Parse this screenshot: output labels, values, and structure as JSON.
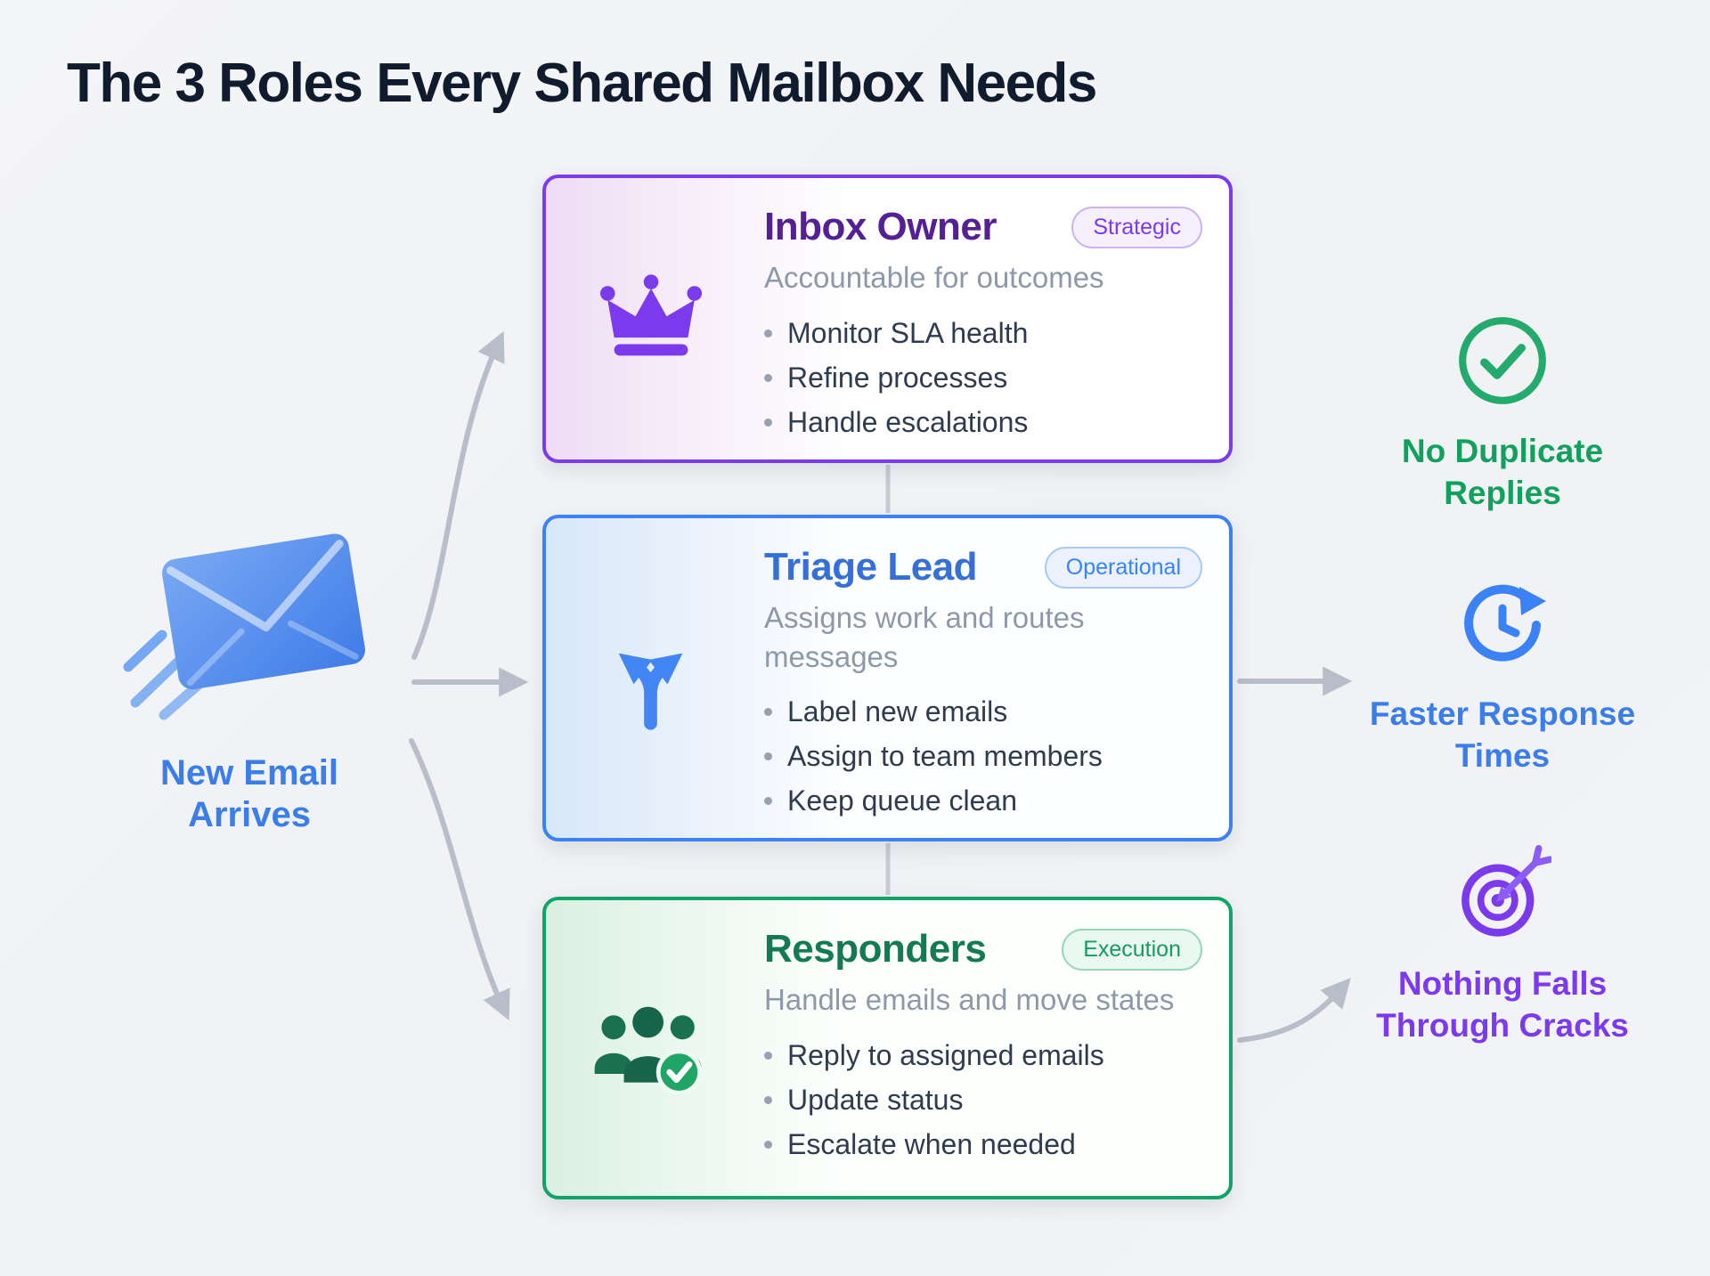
{
  "title": "The 3 Roles Every Shared Mailbox Needs",
  "source": {
    "label": "New Email Arrives",
    "icon": "envelope-icon",
    "color": "#3b7de9"
  },
  "roles": [
    {
      "name": "Inbox Owner",
      "badge": "Strategic",
      "subtitle": "Accountable for outcomes",
      "bullets": [
        "Monitor SLA health",
        "Refine processes",
        "Handle escalations"
      ],
      "icon": "crown-icon",
      "accent": "#7c3aed"
    },
    {
      "name": "Triage Lead",
      "badge": "Operational",
      "subtitle": "Assigns work and routes messages",
      "bullets": [
        "Label new emails",
        "Assign to team members",
        "Keep queue clean"
      ],
      "icon": "split-arrows-icon",
      "accent": "#3b82f6"
    },
    {
      "name": "Responders",
      "badge": "Execution",
      "subtitle": "Handle emails and move states",
      "bullets": [
        "Reply to assigned emails",
        "Update status",
        "Escalate when needed"
      ],
      "icon": "team-check-icon",
      "accent": "#12a368"
    }
  ],
  "outcomes": [
    {
      "label": "No Duplicate Replies",
      "icon": "check-circle-icon",
      "color": "#13a05f"
    },
    {
      "label": "Faster Response Times",
      "icon": "clock-rewind-icon",
      "color": "#3b7de9"
    },
    {
      "label": "Nothing Falls Through Cracks",
      "icon": "target-icon",
      "color": "#7c3aed"
    }
  ]
}
